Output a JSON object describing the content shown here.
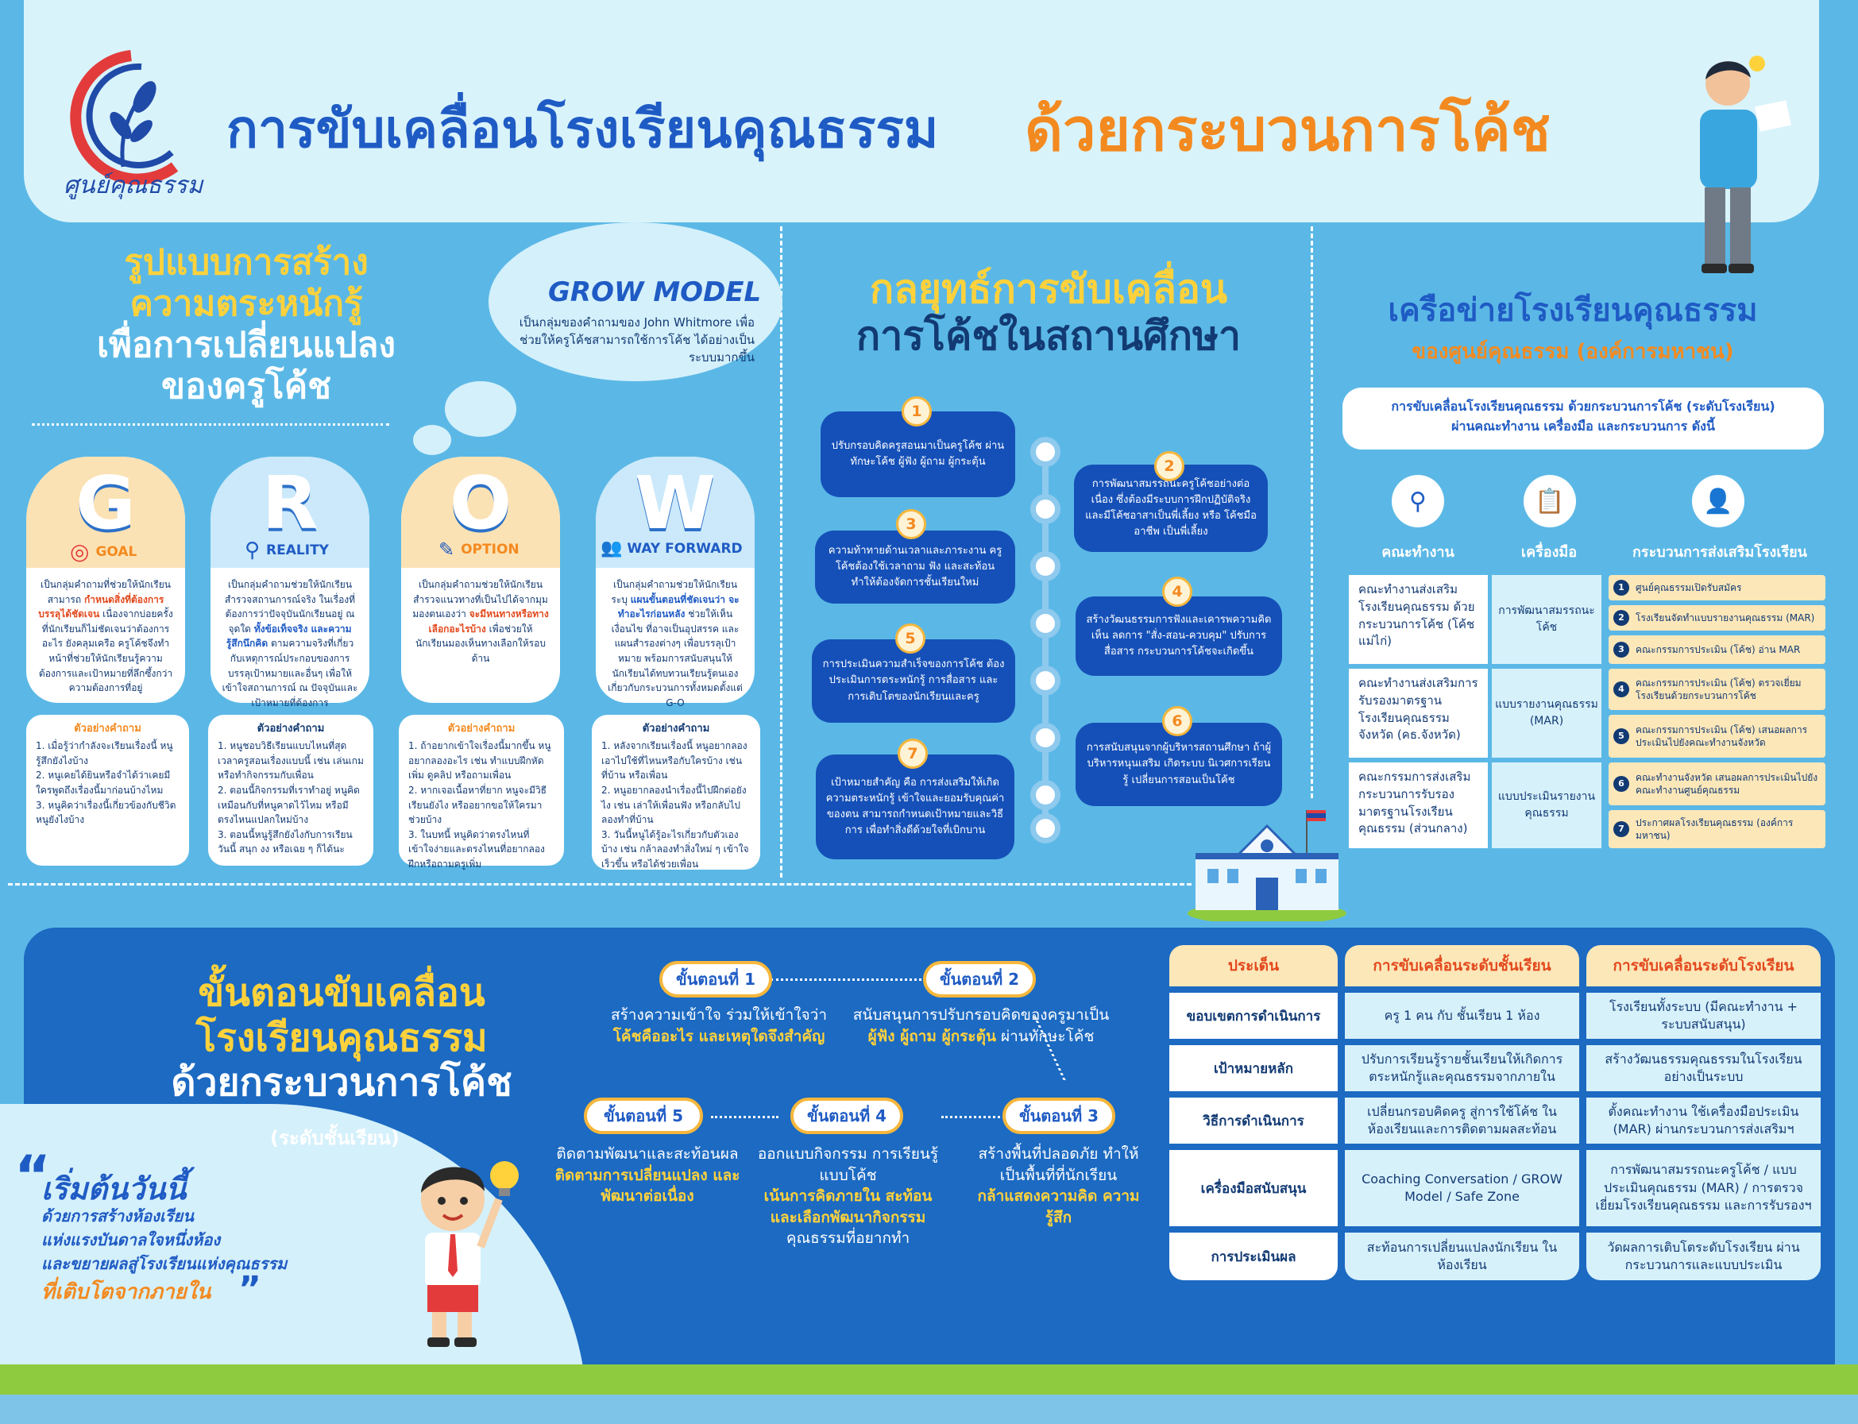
{
  "header": {
    "logo_text": "ศูนย์คุณธรรม",
    "title_main": "การขับเคลื่อนโรงเรียนคุณธรรม",
    "title_accent": "ด้วยกระบวนการโค้ช"
  },
  "awareness": {
    "title_l1": "รูปแบบการสร้าง",
    "title_l2": "ความตระหนักรู้",
    "title_l3": "เพื่อการเปลี่ยนแปลง",
    "title_l4": "ของครูโค้ช",
    "grow_title": "GROW MODEL",
    "grow_desc": "เป็นกลุ่มของคำถามของ John Whitmore เพื่อช่วยให้ครูโค้ชสามารถใช้การโค้ช ได้อย่างเป็นระบบมากขึ้น",
    "example_title": "ตัวอย่างคำถาม",
    "pillars": [
      {
        "letter": "G",
        "label": "GOAL",
        "icon": "target-icon",
        "desc_a": "เป็นกลุ่มคำถามที่ช่วยให้นักเรียนสามารถ",
        "desc_hl": "กำหนดสิ่งที่ต้องการบรรลุได้ชัดเจน",
        "desc_b": "เนื่องจากบ่อยครั้งที่นักเรียนก็ไม่ชัดเจนว่าต้องการอะไร ยังคลุมเครือ ครูโค้ชจึงทำหน้าที่ช่วยให้นักเรียนรู้ความต้องการและเป้าหมายที่ลึกซึ้งกว่าความต้องการที่อยู่",
        "examples": [
          "1. เมื่อรู้ว่ากำลังจะเรียนเรื่องนี้ หนูรู้สึกยังไงบ้าง",
          "2. หนูเคยได้ยินหรือจำได้ว่าเคยมีใครพูดถึงเรื่องนี้มาก่อนบ้างไหม",
          "3. หนูคิดว่าเรื่องนี้เกี่ยวข้องกับชีวิตหนูยังไงบ้าง"
        ]
      },
      {
        "letter": "R",
        "label": "REALITY",
        "icon": "magnifier-icon",
        "desc_a": "เป็นกลุ่มคำถามช่วยให้นักเรียนสำรวจสถานการณ์จริง ในเรื่องที่ต้องการว่าปัจจุบันนักเรียนอยู่ ณ จุดใด",
        "desc_hl": "ทั้งข้อเท็จจริง และความรู้สึกนึกคิด",
        "desc_b": "ตามความจริงที่เกี่ยวกับเหตุการณ์ประกอบของการบรรลุเป้าหมายและอื่นๆ เพื่อให้เข้าใจสถานการณ์ ณ ปัจจุบันและเป้าหมายที่ต้องการ",
        "examples": [
          "1. หนูชอบวิธีเรียนแบบไหนที่สุด เวลาครูสอนเรื่องแบบนี้ เช่น เล่นเกมหรือทำกิจกรรมกับเพื่อน",
          "2. ตอนนี้กิจกรรมที่เราทำอยู่ หนูคิดเหมือนกับที่หนูคาดไว้ไหม หรือมีตรงไหนแปลกใหม่บ้าง",
          "3. ตอนนี้หนูรู้สึกยังไงกับการเรียนวันนี้ สนุก งง หรือเฉย ๆ ก็ได้นะ"
        ]
      },
      {
        "letter": "O",
        "label": "OPTION",
        "icon": "notepad-icon",
        "desc_a": "เป็นกลุ่มคำถามช่วยให้นักเรียนสำรวจแนวทางที่เป็นไปได้จากมุมมองตนเองว่า",
        "desc_hl": "จะมีหนทางหรือทางเลือกอะไรบ้าง",
        "desc_b": "เพื่อช่วยให้นักเรียนมองเห็นทางเลือกให้รอบด้าน",
        "examples": [
          "1. ถ้าอยากเข้าใจเรื่องนี้มากขึ้น หนูอยากลองอะไร เช่น ทำแบบฝึกหัดเพิ่ม ดูคลิป หรือถามเพื่อน",
          "2. หากเจอเนื้อหาที่ยาก หนูจะมีวิธีเรียนยังไง หรืออยากขอให้ใครมาช่วยบ้าง",
          "3. ในบทนี้ หนูคิดว่าตรงไหนที่เข้าใจง่ายและตรงไหนที่อยากลองฝึกหรือถามครูเพิ่ม"
        ]
      },
      {
        "letter": "W",
        "label": "WAY FORWARD",
        "icon": "team-icon",
        "desc_a": "เป็นกลุ่มคำถามช่วยให้นักเรียนระบุ",
        "desc_hl": "แผนขั้นตอนที่ชัดเจนว่า จะทำอะไรก่อนหลัง",
        "desc_b": "ช่วยให้เห็นเงื่อนไข ที่อาจเป็นอุปสรรค และแผนสำรองต่างๆ เพื่อบรรลุเป้าหมาย พร้อมการสนับสนุนให้นักเรียนได้ทบทวนเรียนรู้ตนเอง เกี่ยวกับกระบวนการทั้งหมดตั้งแต่ G-O",
        "examples": [
          "1. หลังจากเรียนเรื่องนี้ หนูอยากลองเอาไปใช้ที่ไหนหรือกับใครบ้าง เช่น ที่บ้าน หรือเพื่อน",
          "2. หนูอยากลองนำเรื่องนี้ไปฝึกต่อยังไง เช่น เล่าให้เพื่อนฟัง หรือกลับไปลองทำที่บ้าน",
          "3. วันนี้หนูได้รู้อะไรเกี่ยวกับตัวเองบ้าง เช่น กล้าลองทำสิ่งใหม่ ๆ เข้าใจเร็วขึ้น หรือได้ช่วยเพื่อน"
        ]
      }
    ]
  },
  "strategy": {
    "title_l1": "กลยุทธ์การขับเคลื่อน",
    "title_l2": "การโค้ชในสถานศึกษา",
    "items": [
      {
        "num": "1",
        "text": "ปรับกรอบคิดครูสอนมาเป็นครูโค้ช ผ่านทักษะโค้ช ผู้ฟัง ผู้ถาม ผู้กระตุ้น"
      },
      {
        "num": "2",
        "text": "การพัฒนาสมรรถนะครูโค้ชอย่างต่อเนื่อง ซึ่งต้องมีระบบการฝึกปฏิบัติจริง และมีโค้ชอาสาเป็นพี่เลี้ยง หรือ โค้ชมืออาชีพ เป็นพี่เลี้ยง"
      },
      {
        "num": "3",
        "text": "ความท้าทายด้านเวลาและภาระงาน ครูโค้ชต้องใช้เวลาถาม ฟัง และสะท้อน ทำให้ต้องจัดการชั้นเรียนใหม่"
      },
      {
        "num": "4",
        "text": "สร้างวัฒนธรรมการฟังและเคารพความคิดเห็น ลดการ \"สั่ง-สอน-ควบคุม\" ปรับการสื่อสาร กระบวนการโค้ชจะเกิดขึ้น"
      },
      {
        "num": "5",
        "text": "การประเมินความสำเร็จของการโค้ช ต้องประเมินการตระหนักรู้ การสื่อสาร และการเติบโตของนักเรียนและครู"
      },
      {
        "num": "6",
        "text": "การสนับสนุนจากผู้บริหารสถานศึกษา ถ้าผู้บริหารหนุนเสริม เกิดระบบ นิเวศการเรียนรู้ เปลี่ยนการสอนเป็นโค้ช"
      },
      {
        "num": "7",
        "text": "เป้าหมายสำคัญ คือ การส่งเสริมให้เกิดความตระหนักรู้ เข้าใจและยอมรับคุณค่าของตน สามารถกำหนดเป้าหมายและวิธีการ เพื่อทำสิ่งดีด้วยใจที่เบิกบาน"
      }
    ]
  },
  "network": {
    "title": "เครือข่ายโรงเรียนคุณธรรม",
    "subtitle": "ของศูนย์คุณธรรม (องค์การมหาชน)",
    "intro_l1": "การขับเคลื่อนโรงเรียนคุณธรรม ด้วยกระบวนการโค้ช (ระดับโรงเรียน)",
    "intro_l2": "ผ่านคณะทำงาน เครื่องมือ และกระบวนการ ดังนี้",
    "col_team": "คณะทำงาน",
    "col_tools": "เครื่องมือ",
    "col_process": "กระบวนการส่งเสริมโรงเรียน",
    "teams": [
      "คณะทำงานส่งเสริมโรงเรียนคุณธรรม ด้วยกระบวนการโค้ช (โค้ชแม่ไก่)",
      "คณะทำงานส่งเสริมการรับรองมาตรฐานโรงเรียนคุณธรรม จังหวัด (คธ.จังหวัด)",
      "คณะกรรมการส่งเสริมกระบวนการรับรองมาตรฐานโรงเรียนคุณธรรม (ส่วนกลาง)"
    ],
    "tools": [
      "การพัฒนาสมรรถนะโค้ช",
      "แบบรายงานคุณธรรม (MAR)",
      "แบบประเมินรายงานคุณธรรม"
    ],
    "steps": [
      {
        "num": "1",
        "text": "ศูนย์คุณธรรมเปิดรับสมัคร"
      },
      {
        "num": "2",
        "text": "โรงเรียนจัดทำแบบรายงานคุณธรรม (MAR)"
      },
      {
        "num": "3",
        "text": "คณะกรรมการประเมิน (โค้ช) อ่าน MAR"
      },
      {
        "num": "4",
        "text": "คณะกรรมการประเมิน (โค้ช) ตรวจเยี่ยมโรงเรียนด้วยกระบวนการโค้ช"
      },
      {
        "num": "5",
        "text": "คณะกรรมการประเมิน (โค้ช) เสนอผลการประเมินไปยังคณะทำงานจังหวัด"
      },
      {
        "num": "6",
        "text": "คณะทำงานจังหวัด เสนอผลการประเมินไปยังคณะทำงานศูนย์คุณธรรม"
      },
      {
        "num": "7",
        "text": "ประกาศผลโรงเรียนคุณธรรม (องค์การมหาชน)"
      }
    ]
  },
  "steps_section": {
    "title_l1": "ขั้นตอนขับเคลื่อน",
    "title_l2": "โรงเรียนคุณธรรม",
    "title_l3": "ด้วยกระบวนการโค้ช",
    "sub": "(ระดับชั้นเรียน)",
    "quote_main": "เริ่มต้นวันนี้",
    "quote_l1": "ด้วยการสร้างห้องเรียน",
    "quote_l2": "แห่งแรงบันดาลใจหนึ่งห้อง",
    "quote_l3": "และขยายผลสู่โรงเรียนแห่งคุณธรรม",
    "quote_end": "ที่เติบโตจากภายใน",
    "steps": [
      {
        "label": "ขั้นตอนที่ 1",
        "plain": "สร้างความเข้าใจ ร่วมให้เข้าใจว่า",
        "em": "โค้ชคืออะไร และเหตุใดจึงสำคัญ",
        "tail": ""
      },
      {
        "label": "ขั้นตอนที่ 2",
        "plain": "สนับสนุนการปรับกรอบคิดของครูมาเป็น",
        "em": "ผู้ฟัง ผู้ถาม ผู้กระตุ้น",
        "tail": "ผ่านทักษะโค้ช"
      },
      {
        "label": "ขั้นตอนที่ 3",
        "plain": "สร้างพื้นที่ปลอดภัย ทำให้เป็นพื้นที่ที่นักเรียน",
        "em": "กล้าแสดงความคิด ความรู้สึก",
        "tail": ""
      },
      {
        "label": "ขั้นตอนที่ 4",
        "plain": "ออกแบบกิจกรรม การเรียนรู้แบบโค้ช",
        "em": "เน้นการคิดภายใน สะท้อน และเลือกพัฒนากิจกรรม",
        "tail": "คุณธรรมที่อยากทำ"
      },
      {
        "label": "ขั้นตอนที่ 5",
        "plain": "ติดตามพัฒนาและสะท้อนผล",
        "em": "ติดตามการเปลี่ยนแปลง และพัฒนาต่อเนื่อง",
        "tail": ""
      }
    ]
  },
  "comparison": {
    "headers": [
      "ประเด็น",
      "การขับเคลื่อนระดับชั้นเรียน",
      "การขับเคลื่อนระดับโรงเรียน"
    ],
    "rows": [
      [
        "ขอบเขตการดำเนินการ",
        "ครู 1 คน กับ ชั้นเรียน 1 ห้อง",
        "โรงเรียนทั้งระบบ (มีคณะทำงาน + ระบบสนับสนุน)"
      ],
      [
        "เป้าหมายหลัก",
        "ปรับการเรียนรู้รายชั้นเรียนให้เกิดการตระหนักรู้และคุณธรรมจากภายใน",
        "สร้างวัฒนธรรมคุณธรรมในโรงเรียนอย่างเป็นระบบ"
      ],
      [
        "วิธีการดำเนินการ",
        "เปลี่ยนกรอบคิดครู สู่การใช้โค้ช ในห้องเรียนและการติดตามผลสะท้อน",
        "ตั้งคณะทำงาน ใช้เครื่องมือประเมิน (MAR) ผ่านกระบวนการส่งเสริมฯ"
      ],
      [
        "เครื่องมือสนับสนุน",
        "Coaching Conversation / GROW Model / Safe Zone",
        "การพัฒนาสมรรถนะครูโค้ช / แบบประเมินคุณธรรม (MAR) / การตรวจเยี่ยมโรงเรียนคุณธรรม และการรับรองฯ"
      ],
      [
        "การประเมินผล",
        "สะท้อนการเปลี่ยนแปลงนักเรียน ในห้องเรียน",
        "วัดผลการเติบโตระดับโรงเรียน ผ่านกระบวนการและแบบประเมิน"
      ]
    ]
  }
}
